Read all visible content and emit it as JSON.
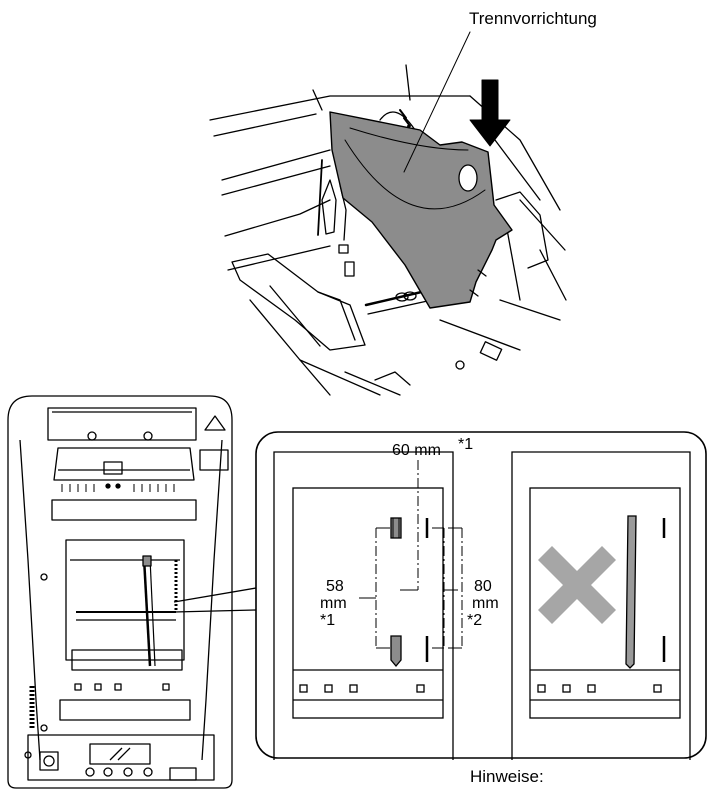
{
  "callouts": {
    "separator": "Trennvorrichtung",
    "width_60": "60 mm",
    "width_60_ref": "*1",
    "width_58_value": "58",
    "width_58_unit": "mm",
    "width_58_ref": "*1",
    "width_80_value": "80",
    "width_80_unit": "mm",
    "width_80_ref": "*2"
  },
  "footer": {
    "notes_heading": "Hinweise:"
  },
  "colors": {
    "part_fill": "#8c8c8c",
    "line": "#000000",
    "paper": "#ffffff",
    "cross": "#a6a6a6",
    "blade": "#9a9a9a"
  }
}
